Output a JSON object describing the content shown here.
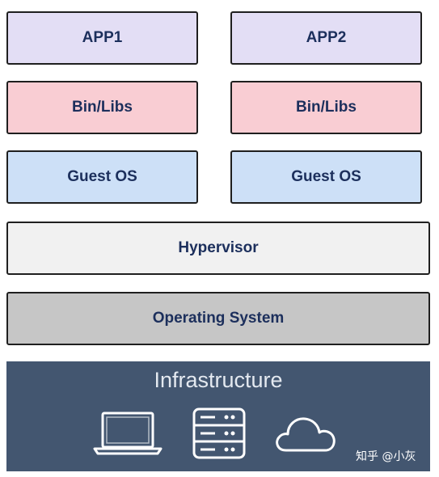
{
  "stacks": {
    "left": {
      "app": "APP1",
      "libs": "Bin/Libs",
      "guest_os": "Guest OS"
    },
    "right": {
      "app": "APP2",
      "libs": "Bin/Libs",
      "guest_os": "Guest OS"
    }
  },
  "hypervisor": "Hypervisor",
  "operating_system": "Operating System",
  "infrastructure": {
    "title": "Infrastructure",
    "icons": [
      "laptop-icon",
      "server-icon",
      "cloud-icon"
    ]
  },
  "watermark": "知乎 @小灰",
  "colors": {
    "app": "#e3def5",
    "libs": "#f9cdd3",
    "guest_os": "#cde0f7",
    "hypervisor": "#f1f1f1",
    "operating_system": "#c6c6c6",
    "infrastructure": "#435670",
    "label_text": "#1c2f5c"
  }
}
